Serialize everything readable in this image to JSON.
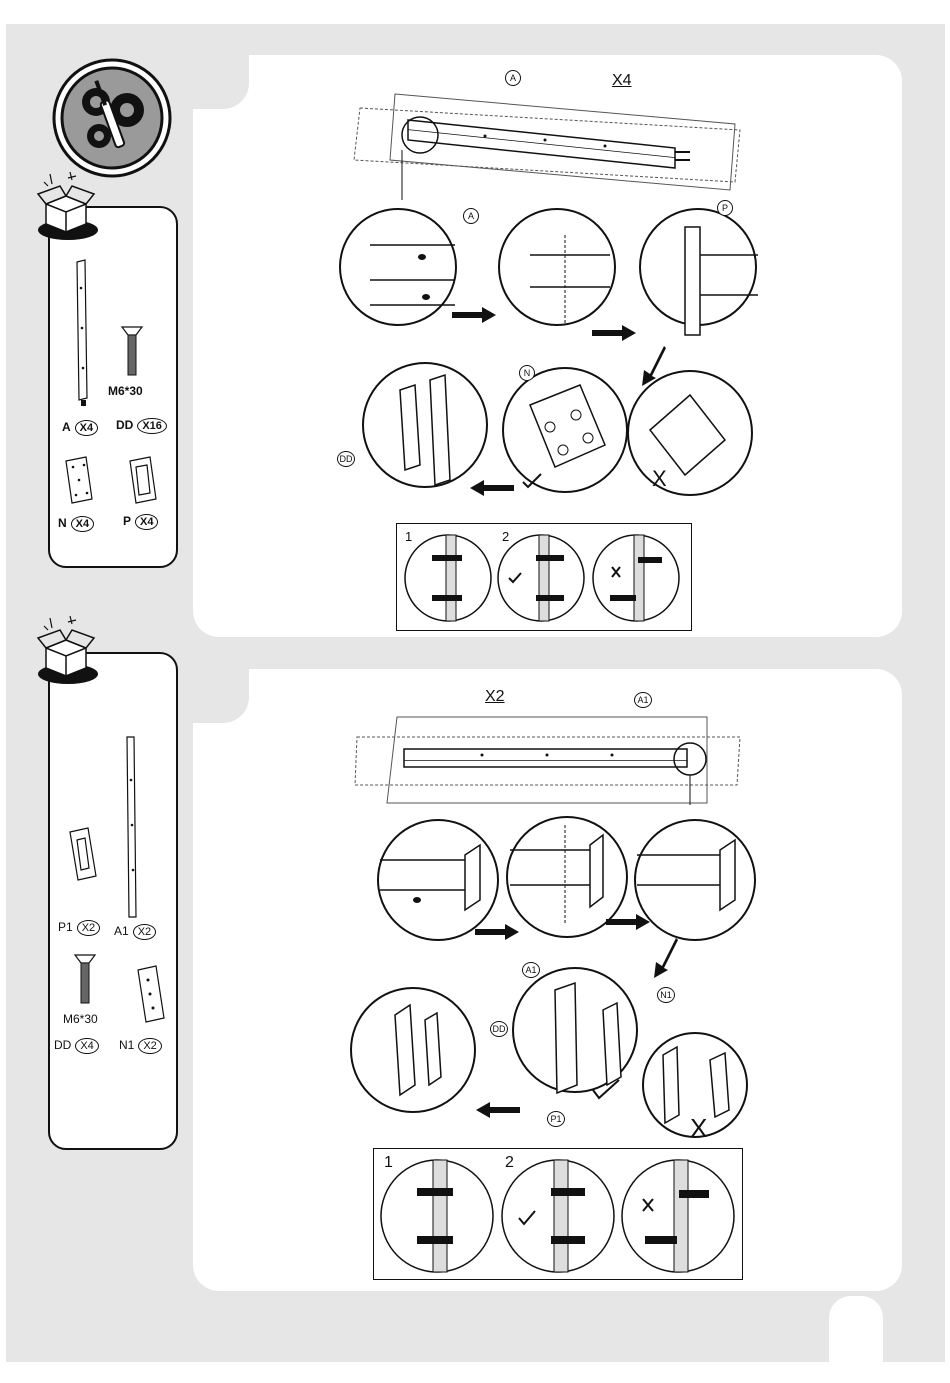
{
  "step1": {
    "parts": {
      "a_label": "A",
      "a_qty": "X4",
      "screw_size": "M6*30",
      "dd_label": "DD",
      "dd_qty": "X16",
      "n_label": "N",
      "n_qty": "X4",
      "p_label": "P",
      "p_qty": "X4"
    },
    "diagram": {
      "multiplier": "X4",
      "mark_a": "A",
      "mark_a_detail": "A",
      "mark_p": "P",
      "mark_n": "N",
      "mark_dd": "DD",
      "wrong_mark": "X",
      "detail_num_1": "1",
      "detail_num_2": "2"
    }
  },
  "step2": {
    "parts": {
      "p1_label": "P1",
      "p1_qty": "X2",
      "a1_label": "A1",
      "a1_qty": "X2",
      "screw_size": "M6*30",
      "dd_label": "DD",
      "dd_qty": "X4",
      "n1_label": "N1",
      "n1_qty": "X2"
    },
    "diagram": {
      "multiplier": "X2",
      "mark_a1": "A1",
      "mark_a1_detail": "A1",
      "mark_n1": "N1",
      "mark_p1": "P1",
      "mark_dd": "DD",
      "wrong_mark": "X",
      "detail_num_1": "1",
      "detail_num_2": "2"
    }
  },
  "icons": [
    "tools-gears-icon",
    "open-box-icon",
    "arrow-right-icon",
    "arrow-left-icon",
    "arrow-down-left-icon",
    "checkmark-icon",
    "cross-icon"
  ]
}
